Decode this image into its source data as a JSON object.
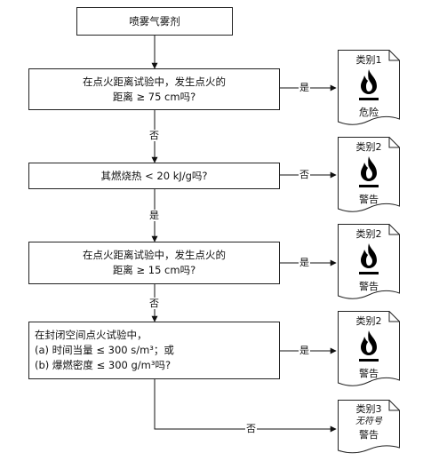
{
  "start": {
    "label": "喷雾气雾剂"
  },
  "q1": {
    "line1": "在点火距离试验中，发生点火的",
    "line2": "距离 ≥ 75 cm吗?"
  },
  "q2": {
    "line1": "其燃烧热 < 20 kJ/g吗?"
  },
  "q3": {
    "line1": "在点火距离试验中，发生点火的",
    "line2": "距离 ≥ 15 cm吗?"
  },
  "q4": {
    "line1": "在封闭空间点火试验中，",
    "line2": "(a)  时间当量 ≤ 300 s/m³；或",
    "line3": "(b)  爆燃密度 ≤ 300 g/m³吗?"
  },
  "edges": {
    "q1_yes": "是",
    "q1_no": "否",
    "q2_no": "否",
    "q2_yes": "是",
    "q3_yes": "是",
    "q3_no": "否",
    "q4_yes": "是",
    "q4_no": "否"
  },
  "cards": {
    "c1": {
      "title": "类别1",
      "label": "危险"
    },
    "c2": {
      "title": "类别2",
      "label": "警告"
    },
    "c3": {
      "title": "类别2",
      "label": "警告"
    },
    "c4": {
      "title": "类别2",
      "label": "警告"
    },
    "c5": {
      "title": "类别3",
      "label": "无符号",
      "label2": "警告"
    }
  }
}
